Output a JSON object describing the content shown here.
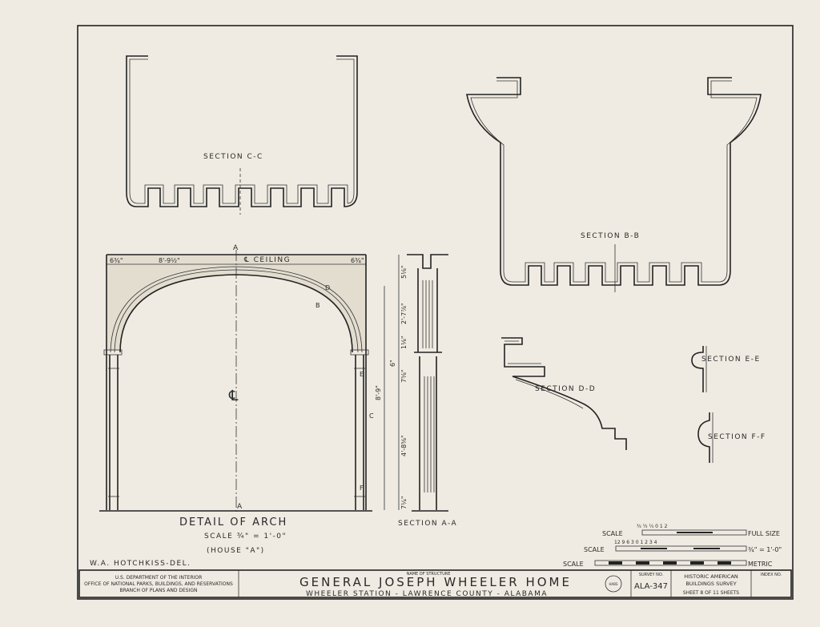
{
  "sections": {
    "cc": "SECTION C-C",
    "bb": "SECTION B-B",
    "dd": "SECTION D-D",
    "ee": "SECTION E-E",
    "ff": "SECTION F-F",
    "aa": "SECTION A-A"
  },
  "arch": {
    "axis_top": "A",
    "axis_bottom": "A",
    "ceiling": "℄ CEILING",
    "dim_left": "6¾\"",
    "dim_span": "8'-9½\"",
    "dim_right": "6¾\"",
    "centerline": "℄",
    "marks": {
      "d": "D",
      "b": "B",
      "e": "E",
      "c": "C",
      "f": "F"
    },
    "title": "DETAIL OF ARCH",
    "scale": "SCALE ¾\" = 1'-0\"",
    "house": "(HOUSE \"A\")"
  },
  "section_aa_dims": [
    "5⅛\"",
    "2'-7⅞\"",
    "1⅛\"",
    "6\"",
    "7⅝\"",
    "4'-8⅝\"",
    "7¼\""
  ],
  "overall_height": "8'-9\"",
  "delineator": "W.A. HOTCHKISS-DEL.",
  "scales": [
    {
      "label": "SCALE",
      "ticks": "¾ ½ ¼ 0    1    2",
      "unit": "FULL SIZE"
    },
    {
      "label": "SCALE",
      "ticks": "12 9 6 3 0   1   2   3   4",
      "unit": "¾\" = 1'-0\""
    },
    {
      "label": "SCALE",
      "ticks": "",
      "unit": "METRIC"
    }
  ],
  "title_block": {
    "agency_1": "U.S. DEPARTMENT OF THE INTERIOR",
    "agency_2": "OFFICE OF NATIONAL PARKS, BUILDINGS, AND RESERVATIONS",
    "agency_3": "BRANCH OF PLANS AND DESIGN",
    "name_label": "NAME OF STRUCTURE",
    "structure": "GENERAL JOSEPH WHEELER HOME",
    "location": "WHEELER STATION - LAWRENCE COUNTY - ALABAMA",
    "seal": "HABS",
    "survey_label": "SURVEY NO.",
    "survey_no": "ALA-347",
    "survey_name_1": "HISTORIC AMERICAN",
    "survey_name_2": "BUILDINGS SURVEY",
    "sheet": "SHEET 8 OF 11 SHEETS",
    "index_label": "INDEX NO."
  }
}
